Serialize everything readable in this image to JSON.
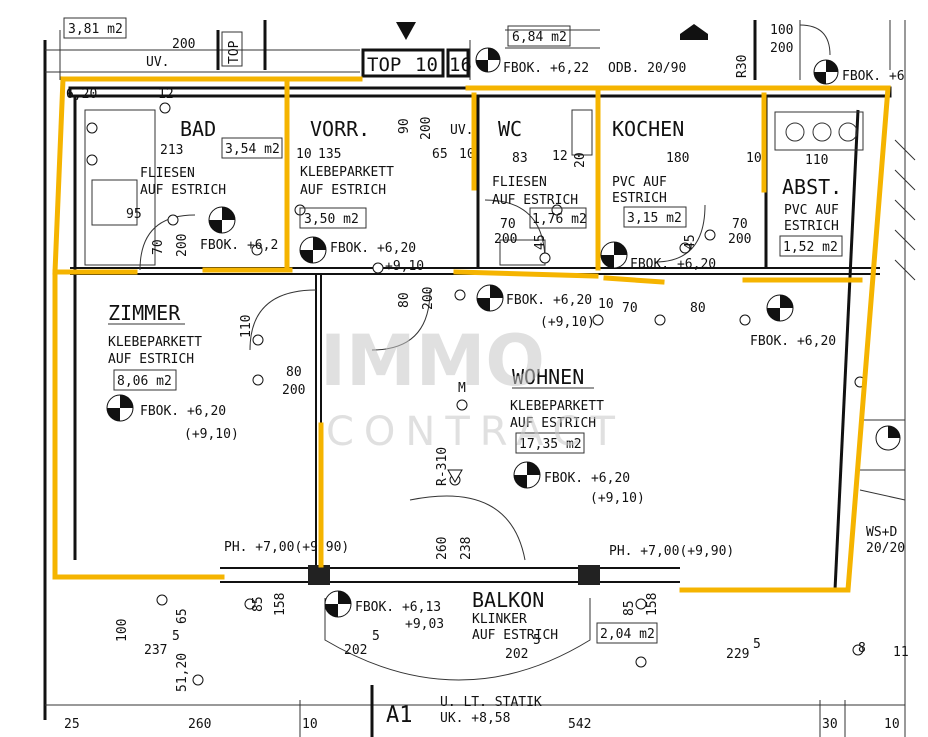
{
  "header": {
    "top_label": "TOP",
    "unit_no": "10",
    "floor_no": "16",
    "top_left_area": "3,81 m2",
    "top_right_area": "6,84 m2",
    "odb": "ODB. 20/90",
    "fbok_top": "FBOK. +6,22",
    "r30": "R30",
    "dim_200_top": "200",
    "uv_top": "UV.",
    "top_box": "TOP",
    "fbok_right": "FBOK. +6",
    "dim_100": "100",
    "dim_200_tr": "200"
  },
  "rooms": {
    "bad": {
      "name": "BAD",
      "floor": "FLIESEN",
      "floor2": "AUF ESTRICH",
      "area": "3,54 m2",
      "fbok": "FBOK. +6,2"
    },
    "vorr": {
      "name": "VORR.",
      "floor": "KLEBEPARKETT",
      "floor2": "AUF ESTRICH",
      "area": "3,50 m2",
      "fbok": "FBOK. +6,20",
      "fbok2": "+9,10"
    },
    "wc": {
      "name": "WC",
      "floor": "FLIESEN",
      "floor2": "AUF ESTRICH",
      "area": "1,76 m2"
    },
    "kochen": {
      "name": "KOCHEN",
      "floor": "PVC AUF",
      "floor2": "ESTRICH",
      "area": "3,15 m2",
      "fbok": "FBOK. +6,20"
    },
    "abst": {
      "name": "ABST.",
      "floor": "PVC AUF",
      "floor2": "ESTRICH",
      "area": "1,52 m2"
    },
    "zimmer": {
      "name": "ZIMMER",
      "floor": "KLEBEPARKETT",
      "floor2": "AUF ESTRICH",
      "area": "8,06 m2",
      "fbok": "FBOK. +6,20",
      "fbok2": "(+9,10)"
    },
    "wohnen": {
      "name": "WOHNEN",
      "floor": "KLEBEPARKETT",
      "floor2": "AUF ESTRICH",
      "area": "17,35 m2",
      "fbok": "FBOK. +6,20",
      "fbok2": "(+9,10)"
    },
    "balkon": {
      "name": "BALKON",
      "floor": "KLINKER",
      "floor2": "AUF ESTRICH",
      "area": "2,04 m2",
      "fbok": "FBOK. +6,13",
      "fbok2": "+9,03"
    }
  },
  "dims": {
    "d213": "213",
    "d12": "12",
    "d620": "6,20",
    "d135": "135",
    "d10a": "10",
    "d90": "90",
    "d200a": "200",
    "uv": "UV.",
    "d65": "65",
    "d10b": "10",
    "d83": "83",
    "d12b": "12",
    "d20": "20",
    "d180": "180",
    "d10c": "10",
    "d110": "110",
    "d95": "95",
    "d70a": "70",
    "d200b": "200",
    "d70b": "70",
    "d200c": "200",
    "d45a": "45",
    "d45b": "45",
    "d70c": "70",
    "d200d": "200",
    "fbok_hall": "FBOK. +6,20",
    "fbok_hall2": "(+9,10)",
    "d10d": "10",
    "d70d": "70",
    "d80a": "80",
    "fbok_r": "FBOK. +6,20",
    "d80b": "80",
    "d200e": "200",
    "d110b": "110",
    "d80c": "80",
    "d200f": "200",
    "m": "M",
    "r310": "R-310",
    "d260": "260",
    "d238": "238",
    "ph_left": "PH. +7,00(+9,90)",
    "ph_right": "PH. +7,00(+9,90)",
    "d85a": "85",
    "d158a": "158",
    "d85b": "85",
    "d158b": "158",
    "d100": "100",
    "d237": "237",
    "d5a": "5",
    "d65b": "65",
    "d51": "51,20",
    "d202a": "202",
    "d5b": "5",
    "d202b": "202",
    "d5c": "5",
    "d229": "229",
    "d5d": "5",
    "d8": "8",
    "d11": "11",
    "d25": "25",
    "d260b": "260",
    "d10e": "10",
    "a1": "A1",
    "statik": "U. LT. STATIK",
    "uk": "UK. +8,58",
    "d542": "542",
    "d30": "30",
    "d10f": "10",
    "ws": "WS+D",
    "ws2": "20/20",
    "d910": "+9,10"
  },
  "watermark": {
    "line1": "IMMO",
    "line2": "CONTRACT"
  },
  "colors": {
    "outline": "#f5b400",
    "ink": "#111111",
    "watermark": "#c8c8c8"
  }
}
